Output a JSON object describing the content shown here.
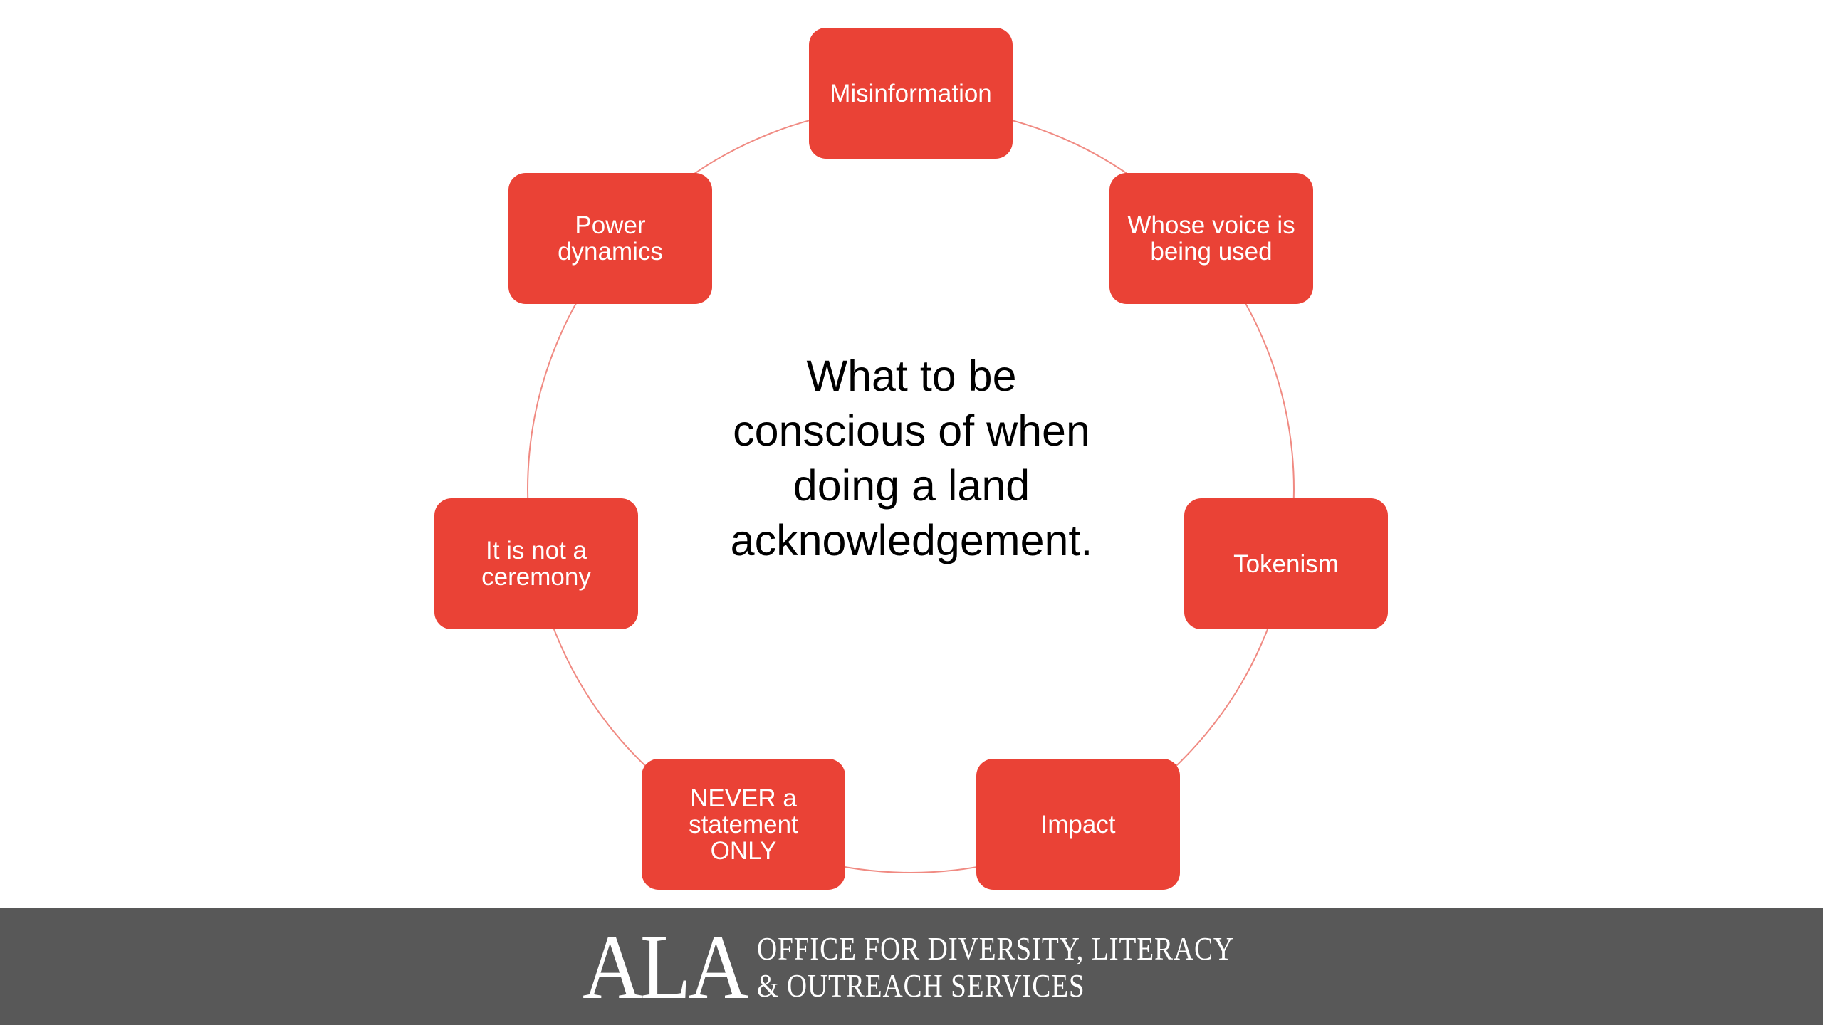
{
  "center_text": {
    "line1": "What to be",
    "line2": "conscious of when",
    "line3": "doing a land",
    "line4": "acknowledgement."
  },
  "nodes": [
    {
      "id": "misinformation",
      "lines": [
        "Misinformation"
      ]
    },
    {
      "id": "whose-voice",
      "lines": [
        "Whose voice is",
        "being used"
      ]
    },
    {
      "id": "tokenism",
      "lines": [
        "Tokenism"
      ]
    },
    {
      "id": "impact",
      "lines": [
        "Impact"
      ]
    },
    {
      "id": "never-statement",
      "lines": [
        "NEVER a",
        "statement",
        "ONLY"
      ]
    },
    {
      "id": "not-ceremony",
      "lines": [
        "It is not a",
        "ceremony"
      ]
    },
    {
      "id": "power-dynamics",
      "lines": [
        "Power",
        "dynamics"
      ]
    }
  ],
  "footer": {
    "logo_mark": "ALA",
    "org_line1": "OFFICE FOR DIVERSITY, LITERACY",
    "org_line2": "& OUTREACH SERVICES"
  },
  "colors": {
    "node_fill": "#ea4236",
    "ring_stroke": "#f08a82",
    "footer_bg": "#585858",
    "text_dark": "#000000",
    "text_light": "#ffffff"
  }
}
